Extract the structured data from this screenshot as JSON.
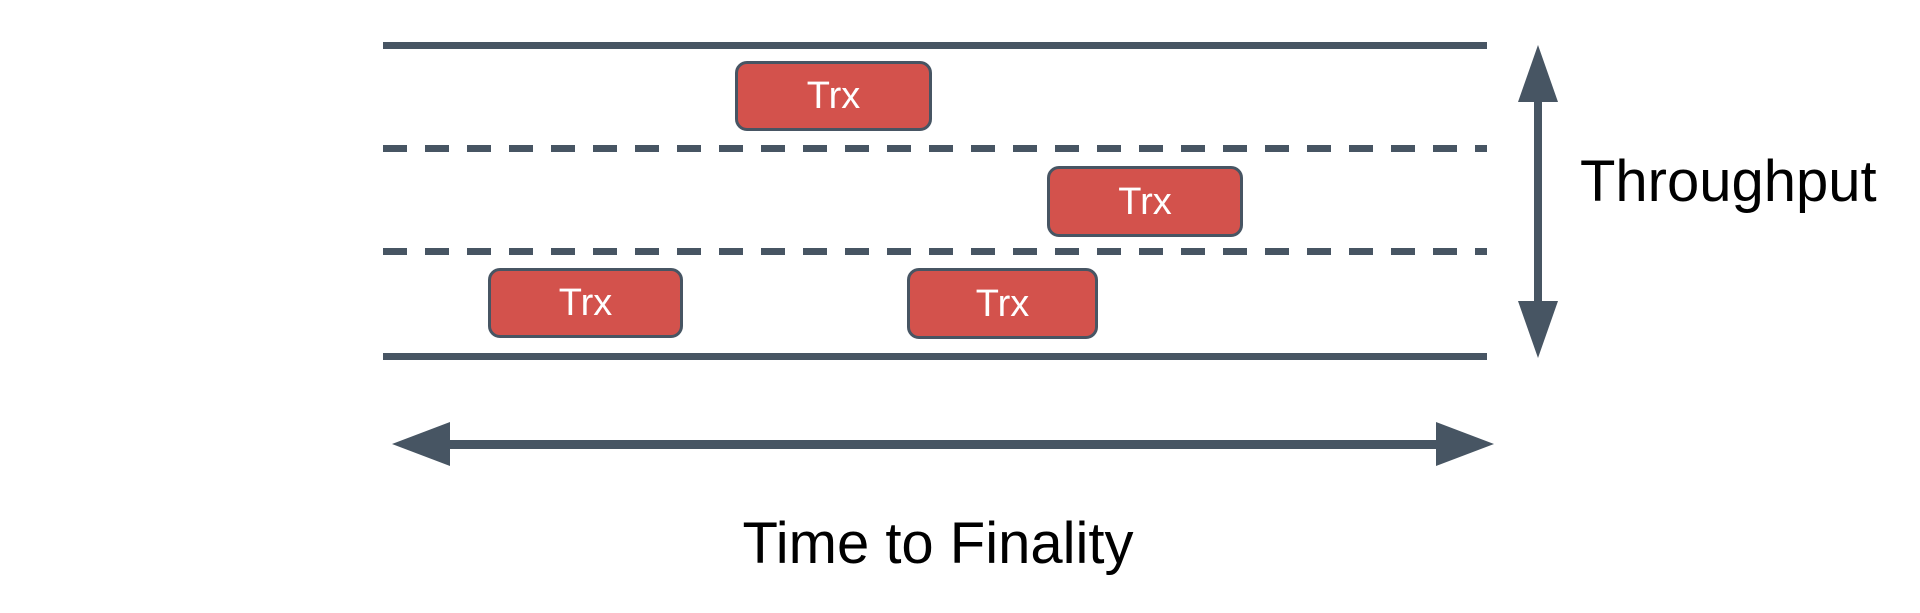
{
  "diagram": {
    "description": "Road with three lanes containing transaction boxes; vertical axis is throughput, horizontal axis is time to finality",
    "road": {
      "solid_lines": 2,
      "dashed_lane_dividers": 2,
      "lanes": 3
    },
    "boxes": [
      {
        "label": "Trx",
        "lane": 1
      },
      {
        "label": "Trx",
        "lane": 2
      },
      {
        "label": "Trx",
        "lane": 3
      },
      {
        "label": "Trx",
        "lane": 3
      }
    ],
    "vertical_axis_label": "Throughput",
    "horizontal_axis_label": "Time to Finality",
    "colors": {
      "stroke": "#475563",
      "box_fill": "#d3524c",
      "box_text": "#ffffff",
      "label_text": "#000000",
      "background": "#ffffff"
    }
  }
}
